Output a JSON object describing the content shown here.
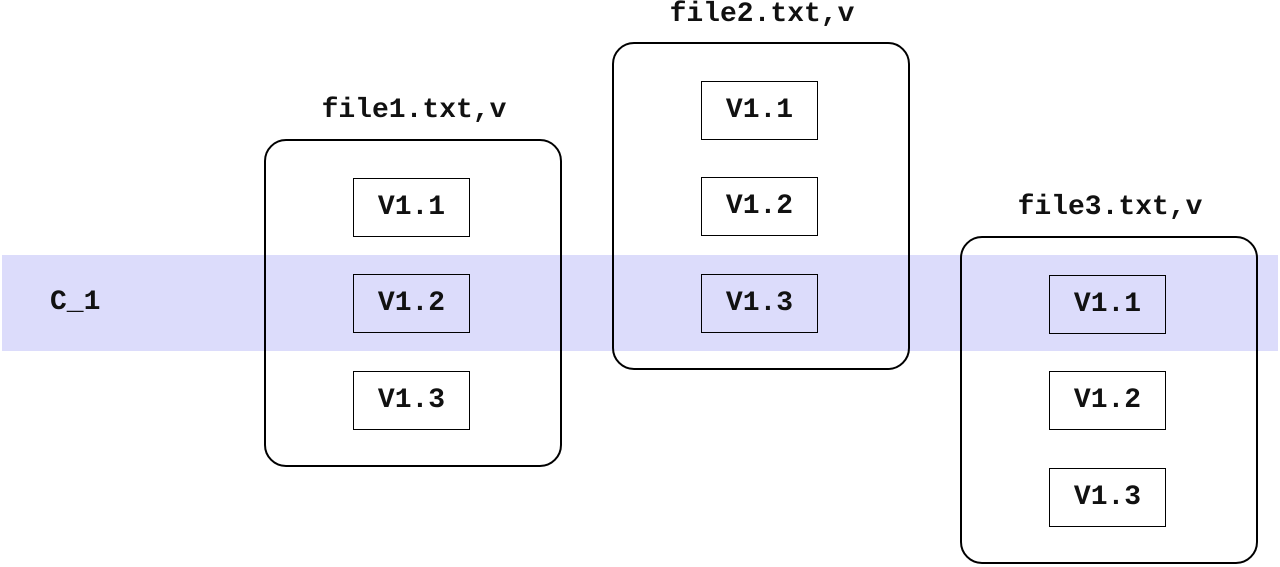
{
  "band": {
    "label": "C_1",
    "color": "#cdcdfa"
  },
  "files": [
    {
      "name": "file1.txt,v",
      "revisions": [
        "V1.1",
        "V1.2",
        "V1.3"
      ]
    },
    {
      "name": "file2.txt,v",
      "revisions": [
        "V1.1",
        "V1.2",
        "V1.3"
      ]
    },
    {
      "name": "file3.txt,v",
      "revisions": [
        "V1.1",
        "V1.2",
        "V1.3"
      ]
    }
  ]
}
